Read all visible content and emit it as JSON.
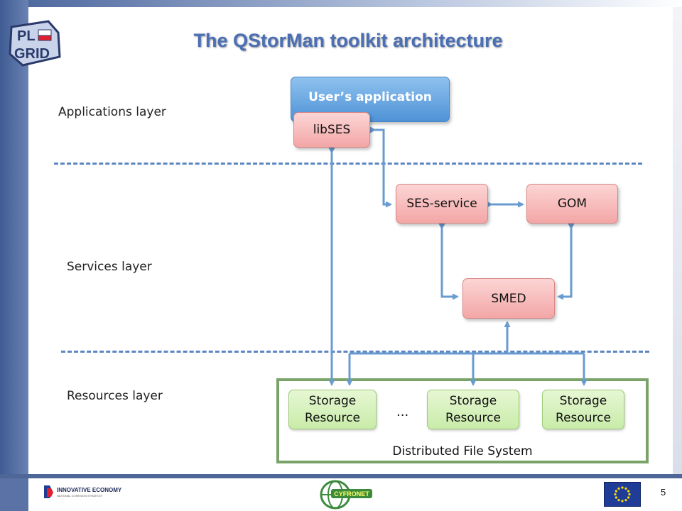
{
  "title": "The QStorMan toolkit architecture",
  "logo": {
    "line1": "PL",
    "line2": "GRID"
  },
  "layers": {
    "applications": "Applications layer",
    "services": "Services layer",
    "resources": "Resources layer"
  },
  "boxes": {
    "users_application": "User’s application",
    "libses": "libSES",
    "ses_service": "SES-service",
    "gom": "GOM",
    "smed": "SMED",
    "storage_resource_line1": "Storage",
    "storage_resource_line2": "Resource",
    "ellipsis": "...",
    "distributed_file_system": "Distributed File System"
  },
  "footer": {
    "innovative_economy": "INNOVATIVE ECONOMY",
    "innovative_economy_sub": "NATIONAL COHESION STRATEGY",
    "cyfronet": "CYFRONET",
    "slide_number": "5"
  },
  "colors": {
    "title": "#4a6fb5",
    "arrow": "#6a9bd0",
    "service_box": "#f3a6a6",
    "app_box": "#4e92d6",
    "storage_box": "#c9eca9",
    "dfs_border": "#7aa36a"
  }
}
